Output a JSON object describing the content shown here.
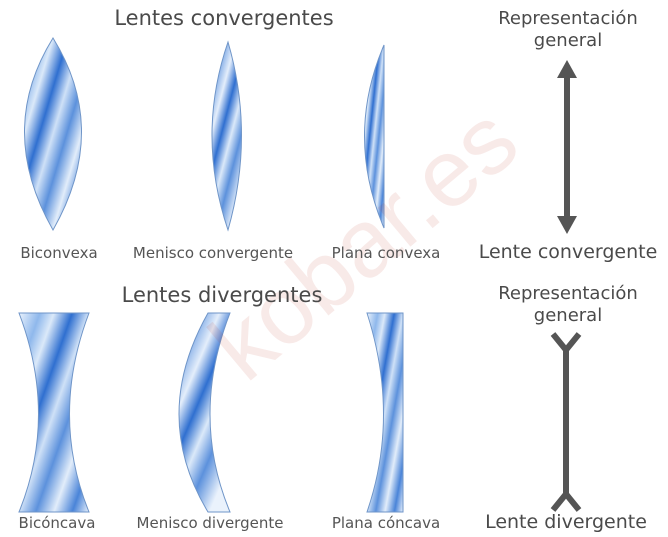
{
  "top": {
    "title": "Lentes convergentes",
    "lenses": [
      {
        "label": "Biconvexa"
      },
      {
        "label": "Menisco convergente"
      },
      {
        "label": "Plana convexa"
      }
    ],
    "representation": {
      "line1": "Representación",
      "line2": "general",
      "label": "Lente convergente"
    }
  },
  "bottom": {
    "title": "Lentes divergentes",
    "lenses": [
      {
        "label": "Bicóncava"
      },
      {
        "label": "Menisco divergente"
      },
      {
        "label": "Plana cóncava"
      }
    ],
    "representation": {
      "line1": "Representación",
      "line2": "general",
      "label": "Lente divergente"
    }
  },
  "watermark": "kobar.es",
  "colors": {
    "lens_blue": "#2f6fd0",
    "lens_light": "#e6f0fb",
    "arrow": "#555555",
    "text": "#4a4a4a"
  }
}
